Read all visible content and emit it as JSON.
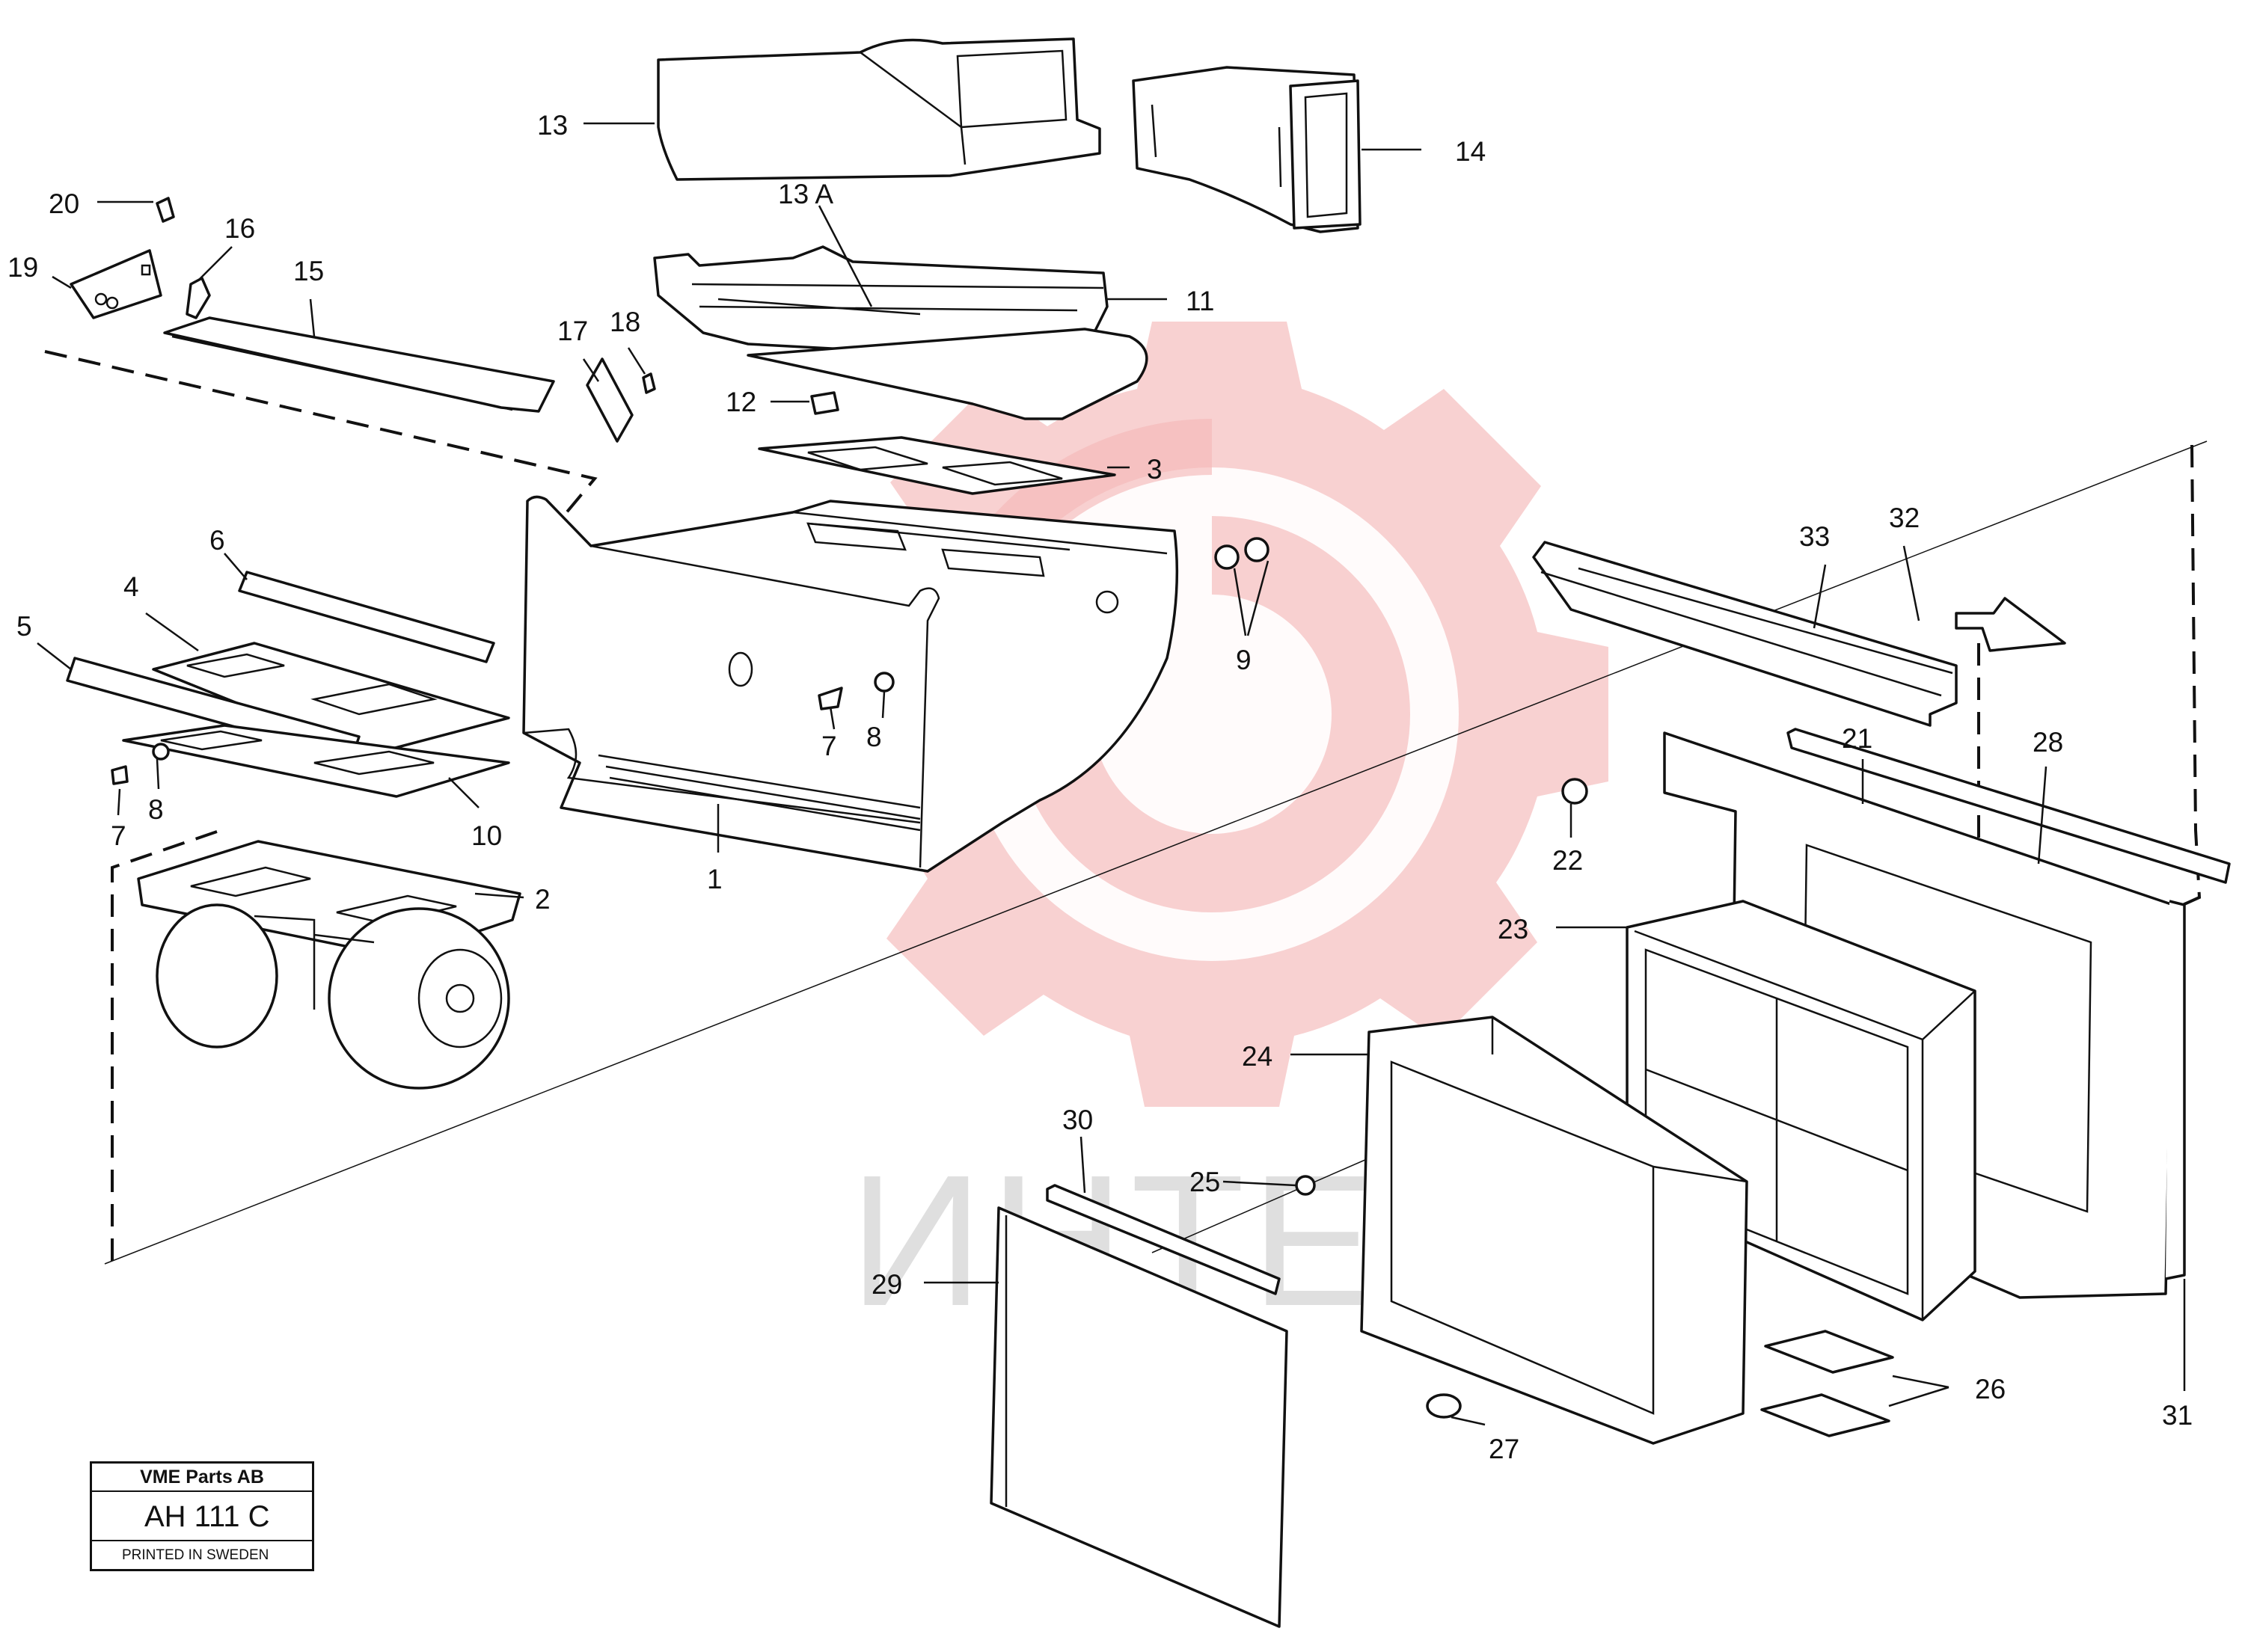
{
  "callouts": {
    "c1": "1",
    "c2": "2",
    "c3": "3",
    "c4": "4",
    "c5": "5",
    "c6": "6",
    "c7a": "7",
    "c7b": "7",
    "c8a": "8",
    "c8b": "8",
    "c9": "9",
    "c10": "10",
    "c11": "11",
    "c12": "12",
    "c13": "13",
    "c13a": "13 A",
    "c14": "14",
    "c15": "15",
    "c16": "16",
    "c17": "17",
    "c18": "18",
    "c19": "19",
    "c20": "20",
    "c21": "21",
    "c22": "22",
    "c23": "23",
    "c24": "24",
    "c25": "25",
    "c26": "26",
    "c27": "27",
    "c28": "28",
    "c29": "29",
    "c30": "30",
    "c31": "31",
    "c32": "32",
    "c33": "33"
  },
  "title_block": {
    "company": "VME Parts AB",
    "code": "AH 111  C",
    "printed": "PRINTED IN SWEDEN"
  },
  "watermark": {
    "text": "ИНТЕХ",
    "gear_color": "#f4b8b8"
  }
}
